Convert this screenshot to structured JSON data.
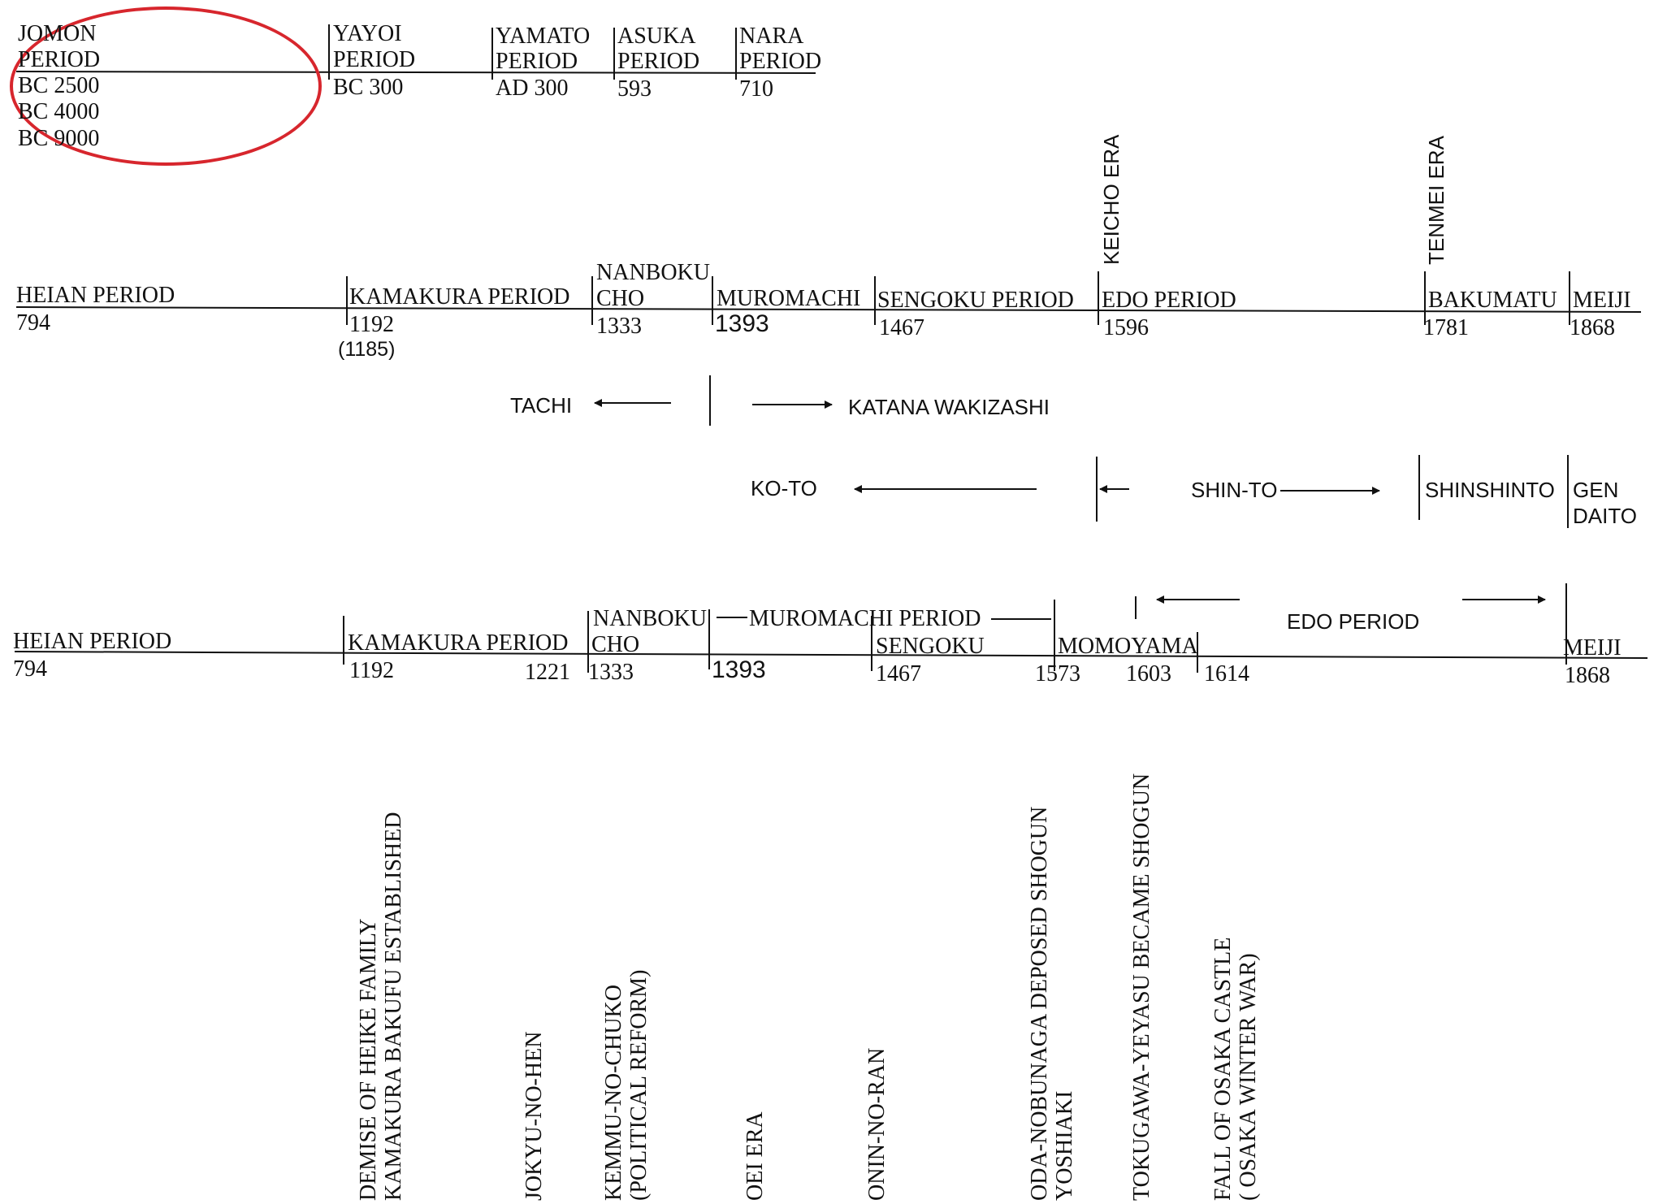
{
  "row1": {
    "jomon": {
      "line1": "JOMON",
      "line2": "PERIOD",
      "date1": "BC 2500",
      "date2": "BC 4000",
      "date3": "BC 9000"
    },
    "yayoi": {
      "line1": "YAYOI",
      "line2": "PERIOD",
      "date": "BC 300"
    },
    "yamato": {
      "line1": "YAMATO",
      "line2": "PERIOD",
      "date": "AD 300"
    },
    "asuka": {
      "line1": "ASUKA",
      "line2": "PERIOD",
      "date": "593"
    },
    "nara": {
      "line1": "NARA",
      "line2": "PERIOD",
      "date": "710"
    }
  },
  "row2": {
    "heian": {
      "label": "HEIAN PERIOD",
      "date": "794"
    },
    "kamakura": {
      "label": "KAMAKURA PERIOD",
      "date": "1192",
      "alt_date": "(1185)"
    },
    "nanboku": {
      "line1": "NANBOKU",
      "line2": "CHO",
      "date": "1333"
    },
    "muromachi": {
      "label": "MUROMACHI",
      "date": "1393"
    },
    "sengoku": {
      "label": "SENGOKU PERIOD",
      "date": "1467"
    },
    "keicho": "KEICHO ERA",
    "edo": {
      "label": "EDO PERIOD",
      "date": "1596"
    },
    "tenmei": "TENMEI ERA",
    "bakumatu": {
      "label": "BAKUMATU",
      "date": "1781"
    },
    "meiji": {
      "label": "MEIJI",
      "date": "1868"
    }
  },
  "swords": {
    "tachi": "TACHI",
    "katana": "KATANA WAKIZASHI",
    "koto": "KO-TO",
    "shinto": "SHIN-TO",
    "shinshinto": "SHINSHINTO",
    "gendaito_line1": "GEN",
    "gendaito_line2": "DAITO"
  },
  "row3": {
    "heian": {
      "label": "HEIAN PERIOD",
      "date": "794"
    },
    "kamakura": {
      "label": "KAMAKURA PERIOD",
      "date": "1192",
      "end_date": "1221"
    },
    "nanboku": {
      "line1": "NANBOKU",
      "line2": "CHO",
      "date": "1333"
    },
    "muromachi": {
      "label": "MUROMACHI  PERIOD",
      "date": "1393"
    },
    "sengoku": {
      "label": "SENGOKU",
      "date": "1467"
    },
    "momoyama": {
      "label": "MOMOYAMA",
      "date": "1573",
      "date2": "1603"
    },
    "edo": {
      "label": "EDO PERIOD",
      "date": "1614"
    },
    "meiji": {
      "label": "MEIJI",
      "date": "1868"
    }
  },
  "events": {
    "heike": "DEMISE OF HEIKE FAMILY\nKAMAKURA BAKUFU ESTABLISHED",
    "jokyu": "JOKYU-NO-HEN",
    "kemmu": "KEMMU-NO-CHUKO\n(POLITICAL REFORM)",
    "oei": "OEI ERA",
    "onin": "ONIN-NO-RAN",
    "oda": "ODA-NOBUNAGA DEPOSED SHOGUN\nYOSHIAKI",
    "tokugawa": "TOKUGAWA-YEYASU BECAME SHOGUN",
    "osaka": "FALL OF OSAKA CASTLE\n( OSAKA WINTER WAR)"
  },
  "colors": {
    "ink": "#111111",
    "highlight_circle": "#d7262d"
  }
}
